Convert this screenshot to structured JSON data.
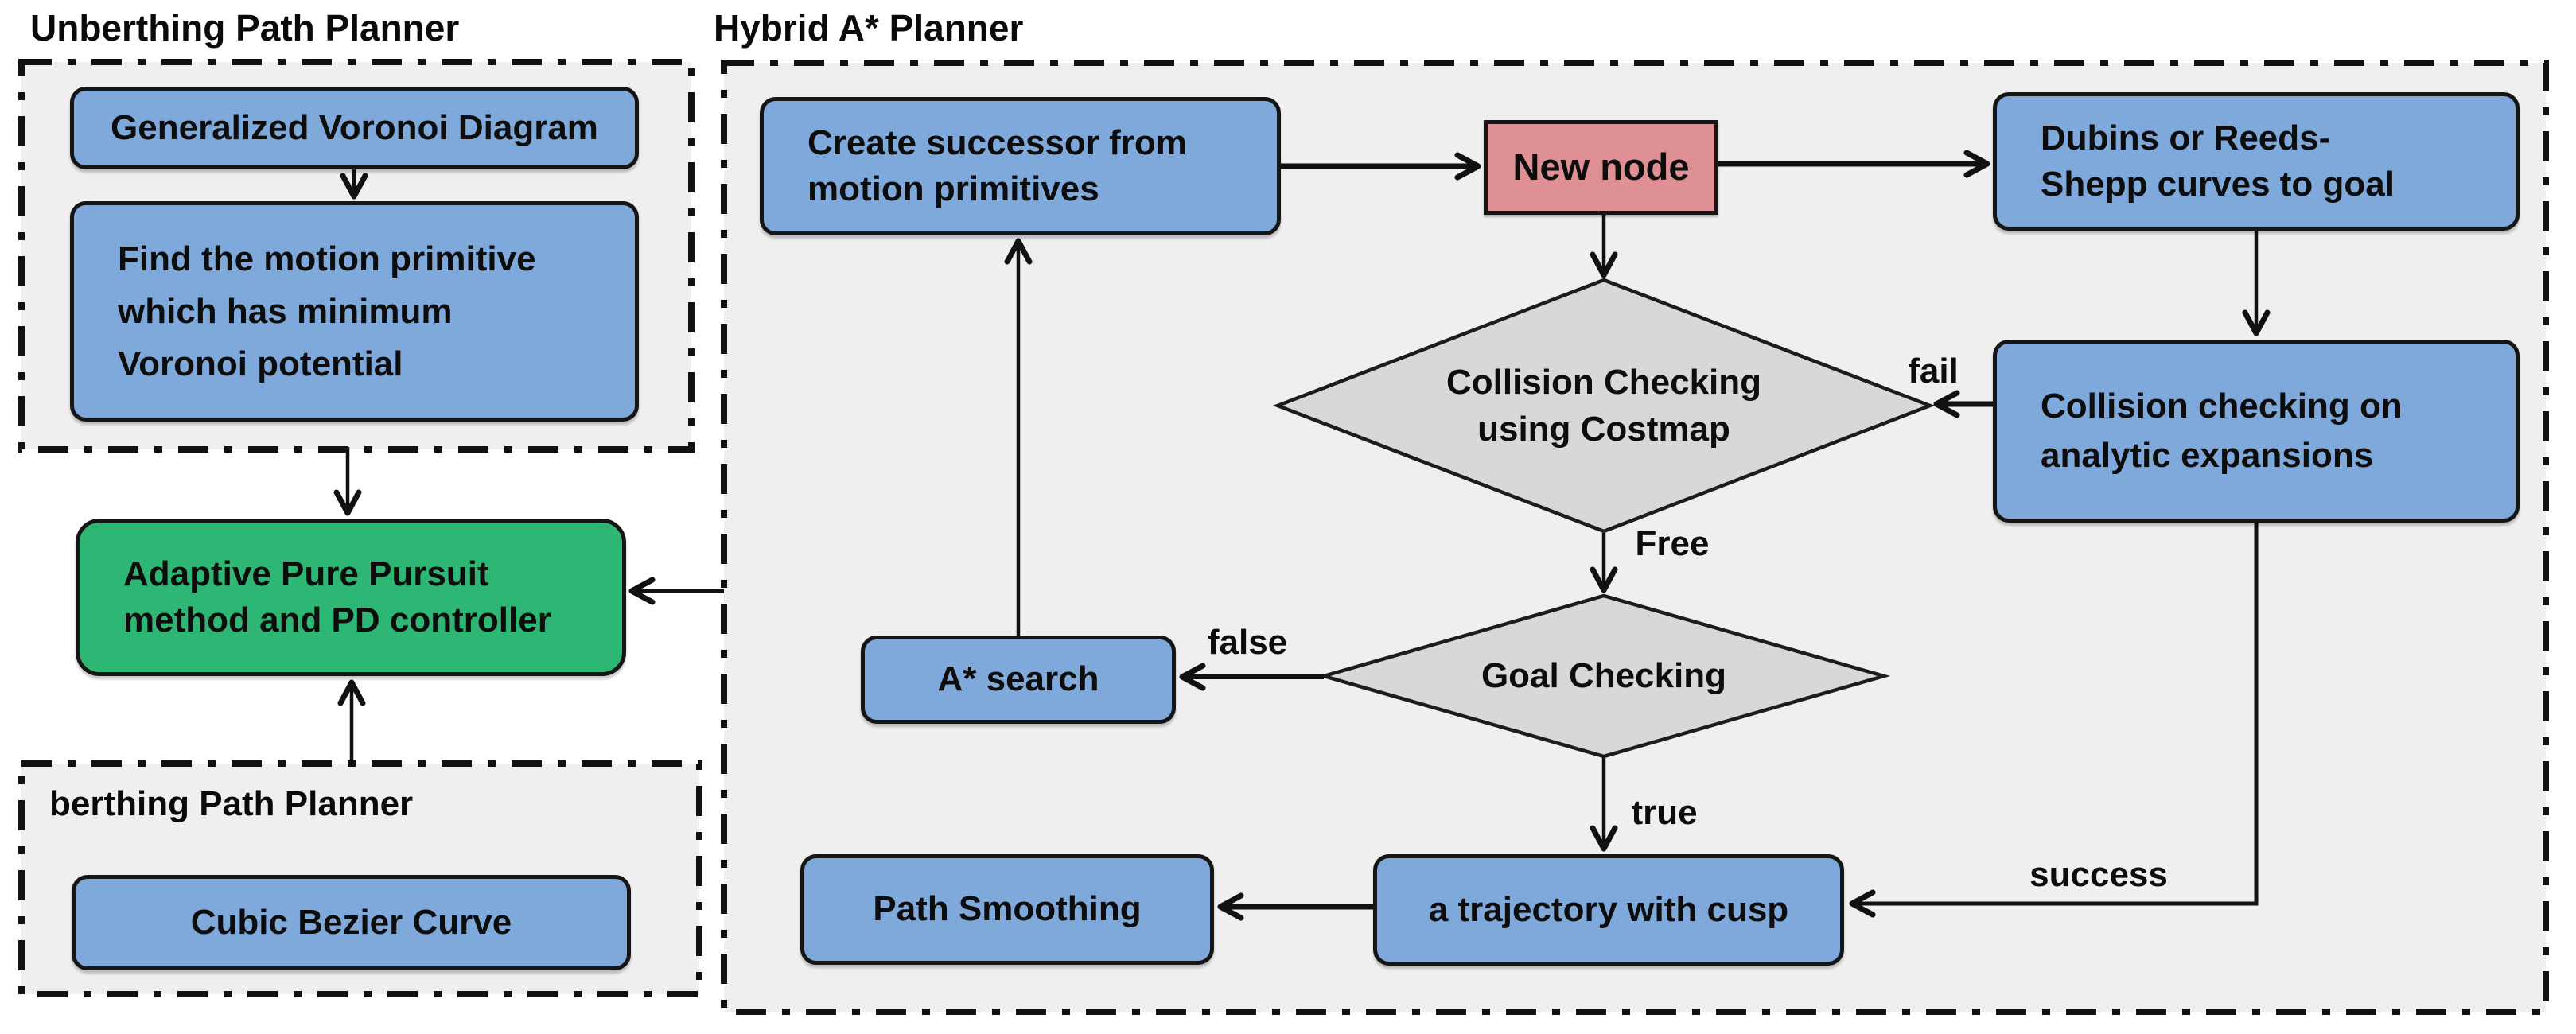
{
  "titles": {
    "unberthing": "Unberthing Path Planner",
    "hybrid": "Hybrid A* Planner",
    "berthing": "berthing Path Planner"
  },
  "nodes": {
    "gvd": {
      "label": "Generalized Voronoi Diagram"
    },
    "find": {
      "label": "Find the motion primitive\nwhich has minimum\nVoronoi potential"
    },
    "adaptive": {
      "label": "Adaptive Pure Pursuit\nmethod and PD controller"
    },
    "cubic": {
      "label": "Cubic Bezier Curve"
    },
    "create": {
      "label": "Create successor from\nmotion primitives"
    },
    "newnode": {
      "label": "New node"
    },
    "dubins": {
      "label": "Dubins or Reeds-\nShepp curves to goal"
    },
    "analytic": {
      "label": "Collision checking on\nanalytic expansions"
    },
    "costmap": {
      "label": "Collision Checking\nusing Costmap"
    },
    "goal": {
      "label": "Goal Checking"
    },
    "astar": {
      "label": "A* search"
    },
    "smoothing": {
      "label": "Path Smoothing"
    },
    "cusp": {
      "label": "a trajectory with cusp"
    }
  },
  "edge_labels": {
    "fail": "fail",
    "free": "Free",
    "false": "false",
    "true": "true",
    "success": "success"
  },
  "colors": {
    "process_blue": "#7FA9DA",
    "terminal_green": "#2EB674",
    "node_pink": "#DE9094",
    "decision_gray": "#D8D8D8",
    "panel_bg": "#F0EFEF",
    "line": "#111111"
  }
}
